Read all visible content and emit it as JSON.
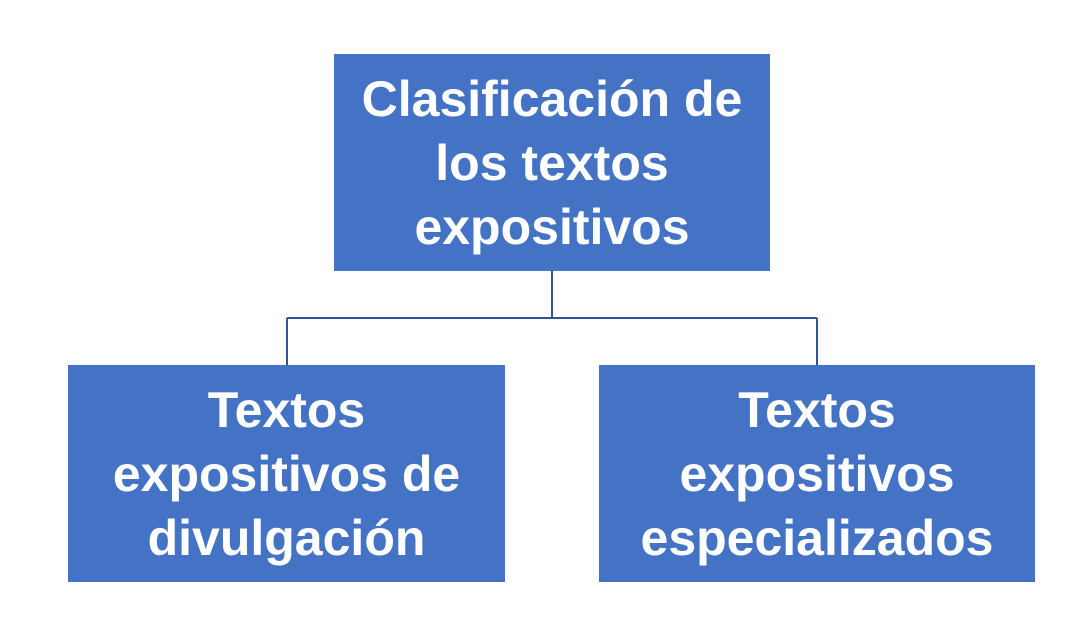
{
  "colors": {
    "node_fill": "#4472c4",
    "node_text": "#ffffff",
    "connector": "#2f5597",
    "background": "#ffffff"
  },
  "root": {
    "label": "Clasificación de\nlos textos\nexpositivos"
  },
  "children": [
    {
      "label": "Textos\nexpositivos de\ndivulgación"
    },
    {
      "label": "Textos\nexpositivos\nespecializados"
    }
  ]
}
